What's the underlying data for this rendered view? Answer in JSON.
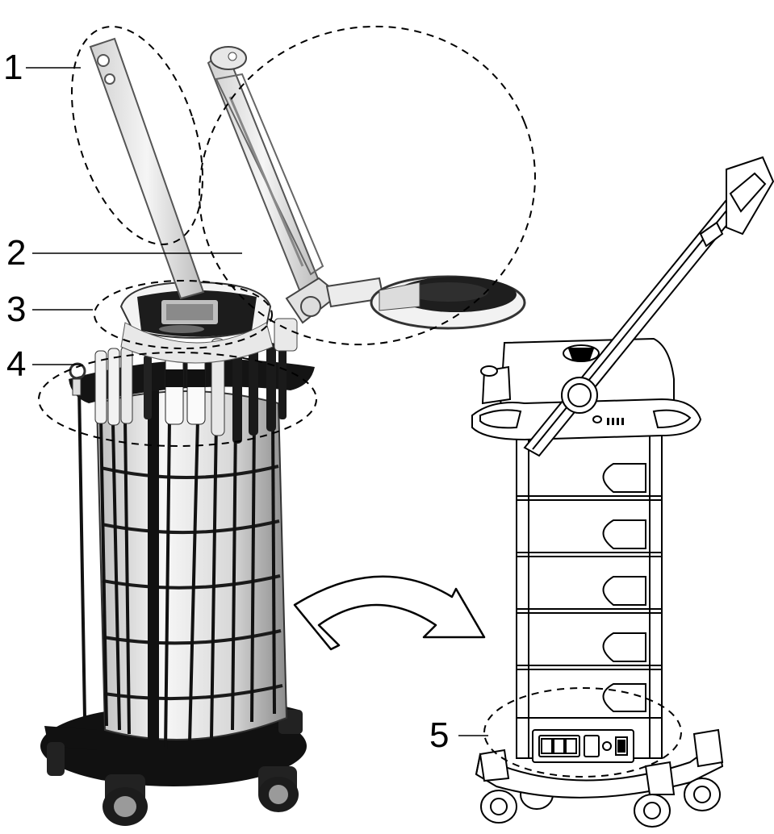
{
  "callouts": [
    {
      "id": "1",
      "label": "1"
    },
    {
      "id": "2",
      "label": "2"
    },
    {
      "id": "3",
      "label": "3"
    },
    {
      "id": "4",
      "label": "4"
    },
    {
      "id": "5",
      "label": "5"
    }
  ],
  "colors": {
    "ink": "#000000",
    "body_fill": "#e6e6e6",
    "dark_fill": "#1a1a1a",
    "light_fill": "#f4f4f4"
  }
}
